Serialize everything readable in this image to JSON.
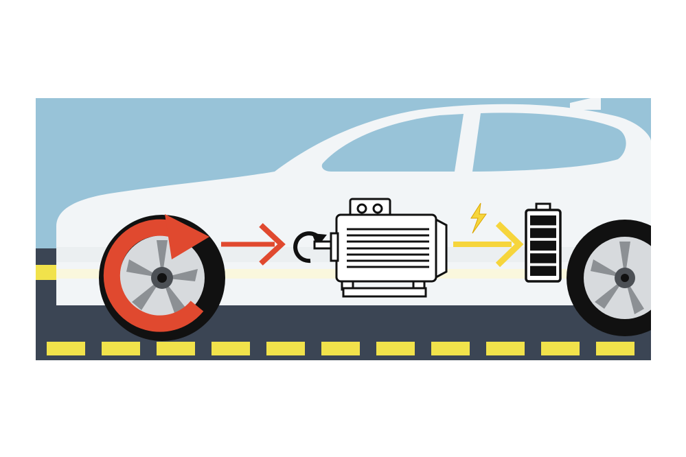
{
  "scene": {
    "description_free": true,
    "colors": {
      "page_bg": "#ffffff",
      "sky": "#98c3d8",
      "road": "#3b4554",
      "lane_yellow": "#f1e24b",
      "car_body": "#f2f5f7",
      "car_shadow": "#e2e6e9",
      "window": "#98c3d8",
      "tire": "#111111",
      "rim": "#d7dadd",
      "rim_dark": "#8c9094",
      "rotation_arrow": "#e0492f",
      "power_arrow_red": "#e0492f",
      "power_arrow_yellow": "#f6d53c",
      "motor_outline": "#111111",
      "motor_fill": "#ffffff",
      "battery_outline": "#111111",
      "battery_cell": "#111111"
    },
    "icons": [
      "wheel-rotation-arrow-icon",
      "right-arrow-icon",
      "rotation-symbol-icon",
      "electric-motor-icon",
      "lightning-bolt-icon",
      "battery-icon"
    ],
    "battery": {
      "charge_cells": 5,
      "total_cells": 5
    },
    "lane_dashes": 11
  }
}
